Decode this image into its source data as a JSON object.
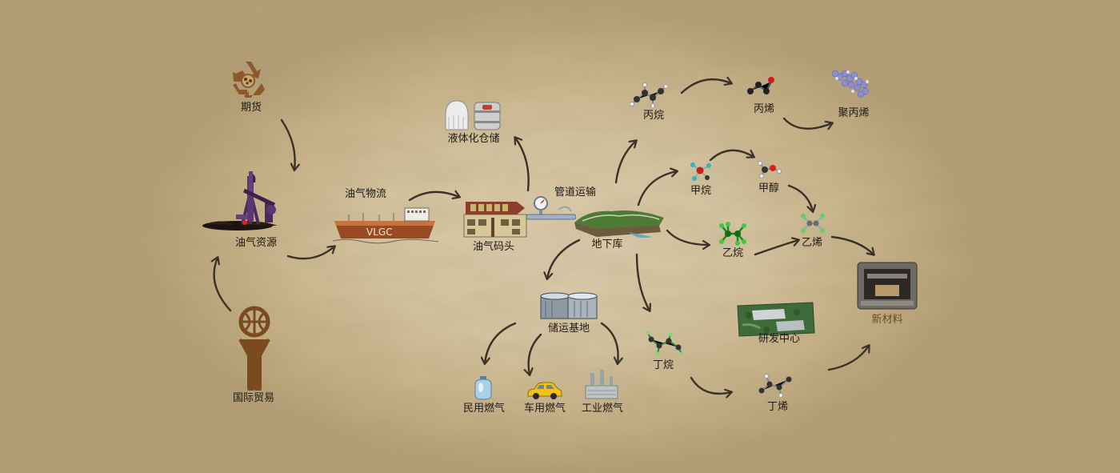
{
  "nodes": {
    "futures": "期货",
    "oil_gas_resource": "油气资源",
    "intl_trade": "国际贸易",
    "oil_gas_logistics": "油气物流",
    "vlgc": "VLGC",
    "oil_gas_wharf": "油气码头",
    "liquid_storage": "液体化仓储",
    "pipeline_transport": "管道运输",
    "underground_storage": "地下库",
    "storage_base": "储运基地",
    "civil_gas": "民用燃气",
    "vehicle_gas": "车用燃气",
    "industrial_gas": "工业燃气",
    "propane": "丙烷",
    "propylene": "丙烯",
    "polypropylene": "聚丙烯",
    "methane": "甲烷",
    "methanol": "甲醇",
    "ethane": "乙烷",
    "ethylene": "乙烯",
    "new_materials": "新材料",
    "rd_center": "研发中心",
    "butane": "丁烷",
    "butene": "丁烯"
  },
  "colors": {
    "background": "#d8c7a3",
    "arrow": "#3a3228",
    "label": "#1e1a14",
    "accent_brown": "#6b4a24",
    "futures_icon": "#8a5a2b",
    "trade_icon": "#7a4b1f"
  }
}
